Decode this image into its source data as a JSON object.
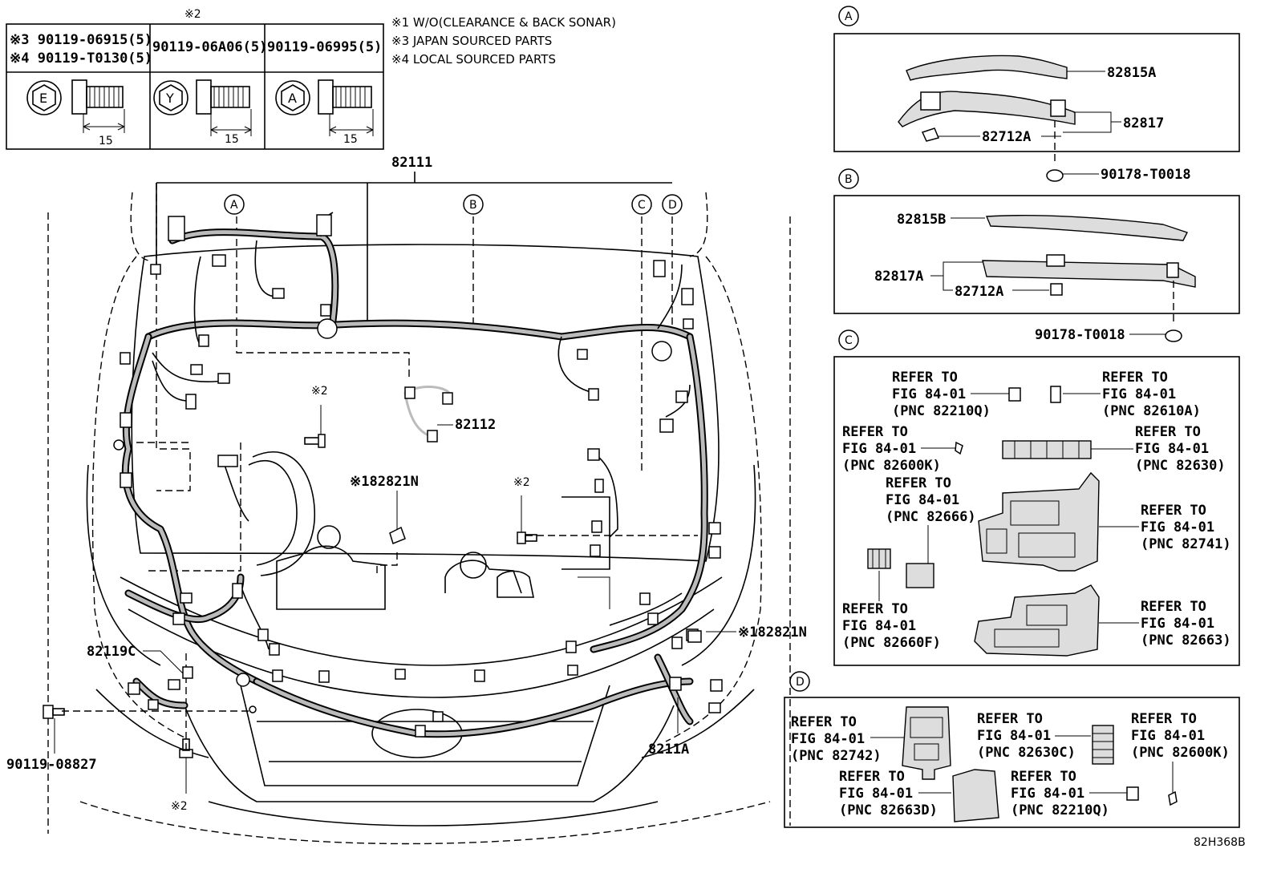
{
  "fastener_table": {
    "header_note": "※2",
    "columns": [
      {
        "line1": "※3 90119-06915(5)",
        "line2": "※4 90119-T0130(5)",
        "symbol": "E",
        "dim": "15"
      },
      {
        "line1": "90119-06A06(5)",
        "line2": "",
        "symbol": "Y",
        "dim": "15"
      },
      {
        "line1": "90119-06995(5)",
        "line2": "",
        "symbol": "A",
        "dim": "15"
      }
    ]
  },
  "notes": [
    "※1 W/O(CLEARANCE & BACK SONAR)",
    "※3 JAPAN SOURCED PARTS",
    "※4 LOCAL SOURCED PARTS"
  ],
  "main": {
    "part_82111": "82111",
    "part_82112": "82112",
    "part_82821n_center": "※182821N",
    "part_82821n_right": "※182821N",
    "part_82119c": "82119C",
    "part_8211a": "8211A",
    "bolt_90119_08827": "90119-08827",
    "note2_a": "※2",
    "note2_b": "※2",
    "note2_c": "※2",
    "callouts": [
      "A",
      "B",
      "C",
      "D"
    ]
  },
  "detail_a": {
    "letter": "A",
    "p1": "82815A",
    "p2": "82817",
    "p3": "82712A",
    "p4": "90178-T0018"
  },
  "detail_b": {
    "letter": "B",
    "p1": "82815B",
    "p2": "82817A",
    "p3": "82712A",
    "p4": "90178-T0018"
  },
  "detail_c": {
    "letter": "C",
    "refs": [
      {
        "l1": "REFER TO",
        "l2": "FIG 84-01",
        "l3": "(PNC 82210Q)"
      },
      {
        "l1": "REFER TO",
        "l2": "FIG 84-01",
        "l3": "(PNC 82610A)"
      },
      {
        "l1": "REFER TO",
        "l2": "FIG 84-01",
        "l3": "(PNC 82600K)"
      },
      {
        "l1": "REFER TO",
        "l2": "FIG 84-01",
        "l3": "(PNC 82630)"
      },
      {
        "l1": "REFER TO",
        "l2": "FIG 84-01",
        "l3": "(PNC 82666)"
      },
      {
        "l1": "REFER TO",
        "l2": "FIG 84-01",
        "l3": "(PNC 82741)"
      },
      {
        "l1": "REFER TO",
        "l2": "FIG 84-01",
        "l3": "(PNC 82660F)"
      },
      {
        "l1": "REFER TO",
        "l2": "FIG 84-01",
        "l3": "(PNC 82663)"
      }
    ]
  },
  "detail_d": {
    "letter": "D",
    "refs": [
      {
        "l1": "REFER TO",
        "l2": "FIG 84-01",
        "l3": "(PNC 82742)"
      },
      {
        "l1": "REFER TO",
        "l2": "FIG 84-01",
        "l3": "(PNC 82630C)"
      },
      {
        "l1": "REFER TO",
        "l2": "FIG 84-01",
        "l3": "(PNC 82600K)"
      },
      {
        "l1": "REFER TO",
        "l2": "FIG 84-01",
        "l3": "(PNC 82663D)"
      },
      {
        "l1": "REFER TO",
        "l2": "FIG 84-01",
        "l3": "(PNC 82210Q)"
      }
    ]
  },
  "figure_code": "82H368B"
}
